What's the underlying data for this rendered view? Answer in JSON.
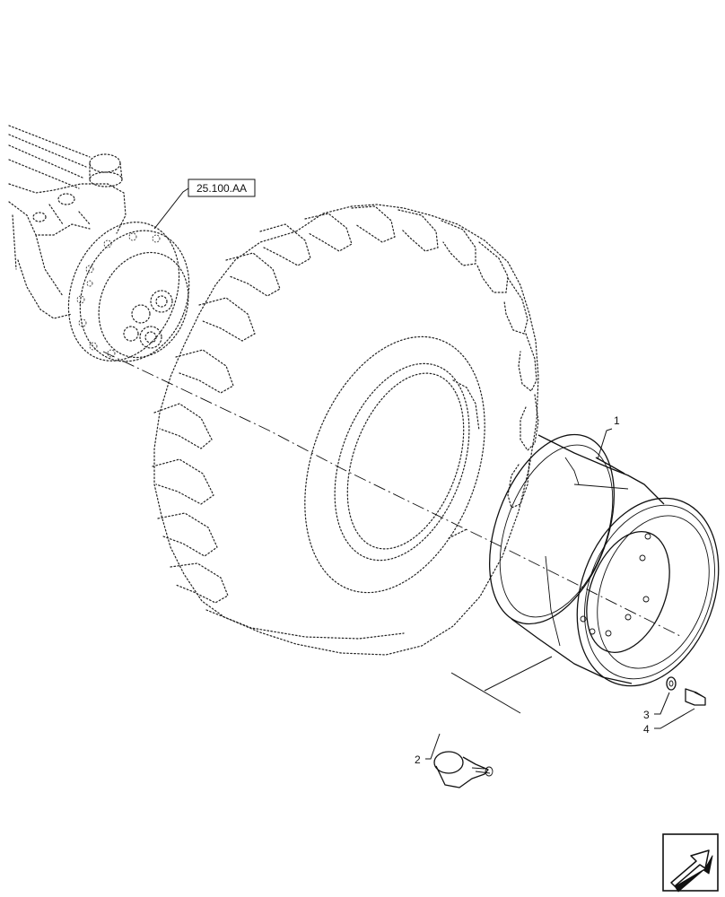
{
  "reference": {
    "text": "25.100.AA"
  },
  "callouts": [
    {
      "id": "1"
    },
    {
      "id": "2"
    },
    {
      "id": "3"
    },
    {
      "id": "4"
    }
  ],
  "parts": [
    "hub-assembly",
    "tire",
    "rim",
    "valve",
    "washer",
    "wheel-bolt"
  ],
  "icons": {
    "corner": "next-page-arrow-icon"
  }
}
